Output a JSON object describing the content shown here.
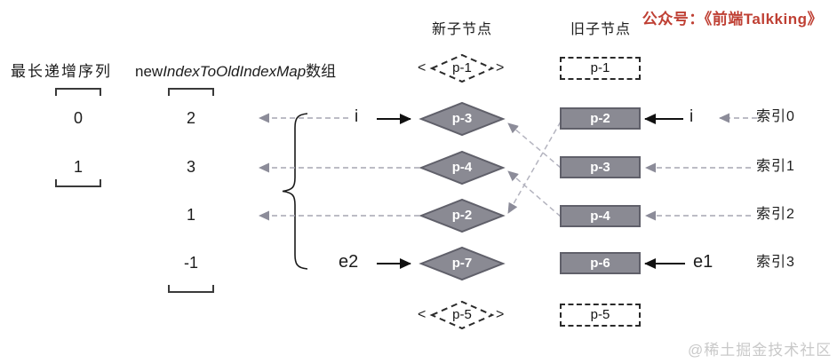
{
  "banner": {
    "text": "公众号：《前端Talkking》"
  },
  "watermark": {
    "text": "@稀土掘金技术社区"
  },
  "columns": {
    "lis_title": "最长递增序列",
    "map_title_prefix": "new",
    "map_title_italic": "IndexToOldIndexMap",
    "map_title_suffix": "数组",
    "new_children_title": "新子节点",
    "old_children_title": "旧子节点"
  },
  "lis": {
    "values": [
      "0",
      "1"
    ]
  },
  "map": {
    "values": [
      "2",
      "3",
      "1",
      "-1"
    ]
  },
  "new_nodes": {
    "head": {
      "label": "p-1",
      "left_glyph": "<",
      "right_glyph": ">"
    },
    "rows": [
      {
        "label": "p-3"
      },
      {
        "label": "p-4"
      },
      {
        "label": "p-2"
      },
      {
        "label": "p-7"
      }
    ],
    "tail": {
      "label": "p-5",
      "left_glyph": "<",
      "right_glyph": ">"
    }
  },
  "old_nodes": {
    "head": {
      "label": "p-1"
    },
    "rows": [
      {
        "label": "p-2"
      },
      {
        "label": "p-3"
      },
      {
        "label": "p-4"
      },
      {
        "label": "p-6"
      }
    ],
    "tail": {
      "label": "p-5"
    }
  },
  "pointers": {
    "i_new": "i",
    "e2": "e2",
    "i_old": "i",
    "e1": "e1"
  },
  "indices": [
    "索引0",
    "索引1",
    "索引2",
    "索引3"
  ],
  "colors": {
    "accent_red": "#bf4034",
    "node_fill": "#8a8a93",
    "node_border": "#60606a",
    "dash_line": "#a6a6b2",
    "cross_line": "#b4b4bf",
    "text": "#1c1c1c",
    "watermark": "#c9c9c9"
  }
}
